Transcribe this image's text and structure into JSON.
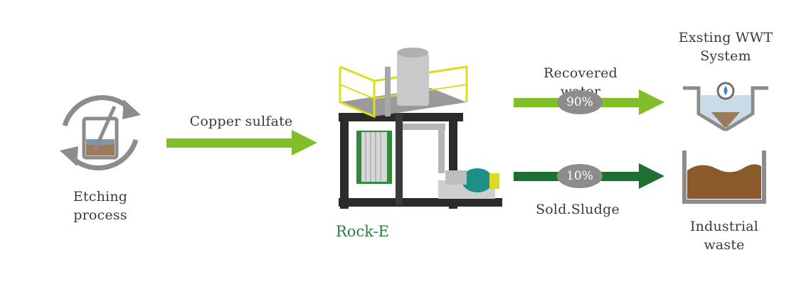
{
  "colors": {
    "light_green": "#82bd2a",
    "dark_green": "#1f6e32",
    "gray": "#8c8c8c",
    "sludge_brown": "#8a5a2b",
    "machine_yellow": "#dcdc1e"
  },
  "flow": {
    "source_label": "Etching process",
    "input_label": "Copper sulfate",
    "machine_label": "Rock-E",
    "water_label": "Recovered water",
    "water_pct": "90%",
    "sludge_label": "Sold.Sludge",
    "sludge_pct": "10%",
    "wwt_label": "Exsting WWT System",
    "waste_label": "Industrial waste"
  },
  "icons": {
    "source": "beaker-cycle-icon",
    "machine": "treatment-plant-image",
    "wwt": "settling-tank-icon",
    "waste": "sludge-container-icon"
  }
}
